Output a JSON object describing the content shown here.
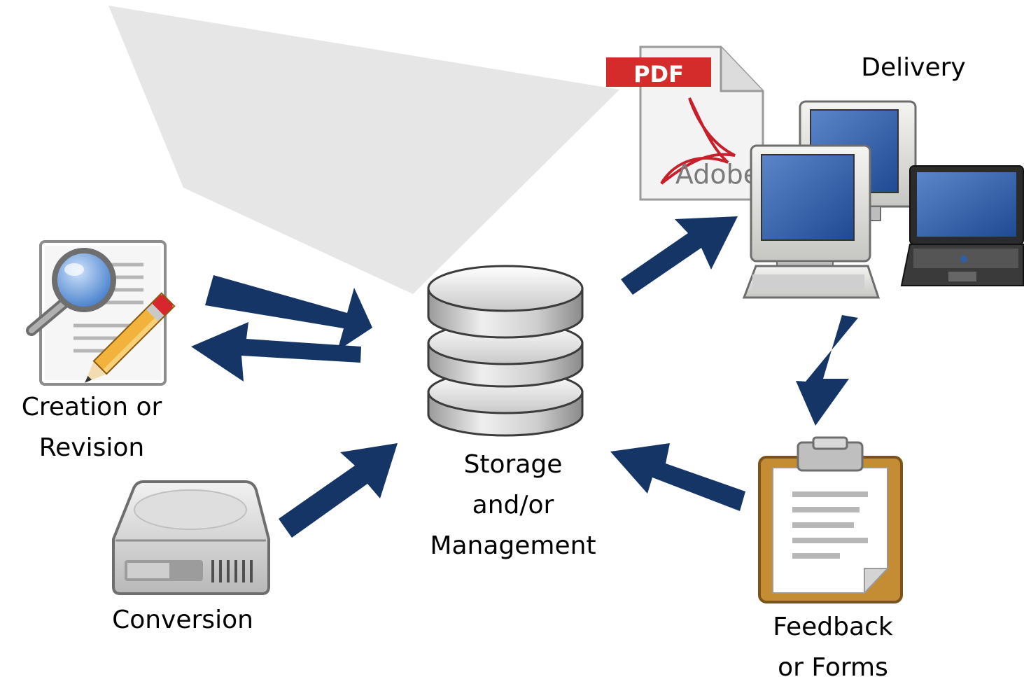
{
  "colors": {
    "arrow": "#143566",
    "callout": "#e6e6e6",
    "pdf_banner": "#d42b2b",
    "pdf_curl": "#c8202a",
    "screen": "#2f5fa8",
    "clipboard": "#c58d33"
  },
  "icons": {
    "pdf": "pdf-document-icon",
    "creation": "document-search-edit-icon",
    "storage": "database-icon",
    "conversion": "hard-drive-icon",
    "delivery": "computers-icon",
    "feedback": "clipboard-icon"
  },
  "pdf": {
    "banner": "PDF",
    "brand": "Adobe"
  },
  "nodes": {
    "delivery": {
      "label": "Delivery"
    },
    "creation": {
      "line1": "Creation or",
      "line2": "Revision"
    },
    "storage": {
      "line1": "Storage",
      "line2": "and/or",
      "line3": "Management"
    },
    "conversion": {
      "label": "Conversion"
    },
    "feedback": {
      "line1": "Feedback",
      "line2": "or Forms"
    }
  }
}
